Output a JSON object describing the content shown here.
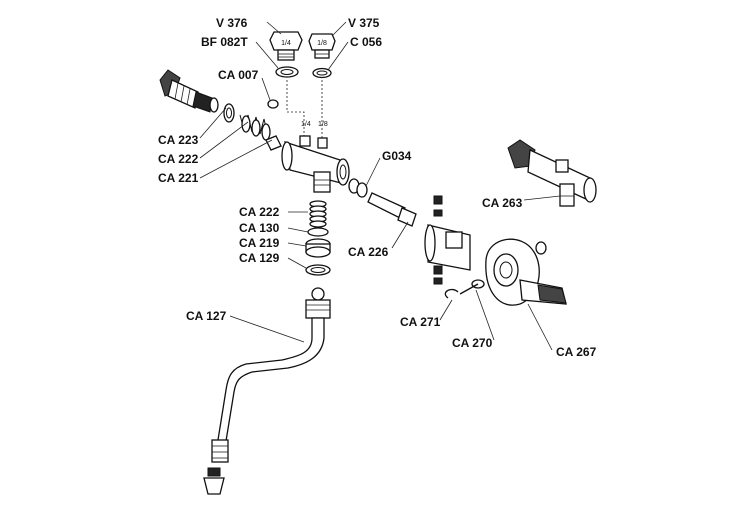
{
  "diagram": {
    "callouts": [
      {
        "id": "v376",
        "text": "V 376"
      },
      {
        "id": "bf082t",
        "text": "BF 082T"
      },
      {
        "id": "v375",
        "text": "V 375"
      },
      {
        "id": "c056",
        "text": "C 056"
      },
      {
        "id": "ca007",
        "text": "CA 007"
      },
      {
        "id": "ca223",
        "text": "CA 223"
      },
      {
        "id": "ca222a",
        "text": "CA 222"
      },
      {
        "id": "ca221",
        "text": "CA 221"
      },
      {
        "id": "g034",
        "text": "G034"
      },
      {
        "id": "ca263",
        "text": "CA 263"
      },
      {
        "id": "ca222b",
        "text": "CA 222"
      },
      {
        "id": "ca130",
        "text": "CA 130"
      },
      {
        "id": "ca219",
        "text": "CA 219"
      },
      {
        "id": "ca129",
        "text": "CA 129"
      },
      {
        "id": "ca226",
        "text": "CA 226"
      },
      {
        "id": "ca127",
        "text": "CA 127"
      },
      {
        "id": "ca271",
        "text": "CA 271"
      },
      {
        "id": "ca270",
        "text": "CA 270"
      },
      {
        "id": "ca267",
        "text": "CA 267"
      }
    ],
    "part_marks": [
      {
        "id": "cap-quarter",
        "text": "1/4"
      },
      {
        "id": "cap-eighth",
        "text": "1/8"
      },
      {
        "id": "port-quarter",
        "text": "1/4"
      },
      {
        "id": "port-eighth",
        "text": "1/8"
      }
    ]
  }
}
